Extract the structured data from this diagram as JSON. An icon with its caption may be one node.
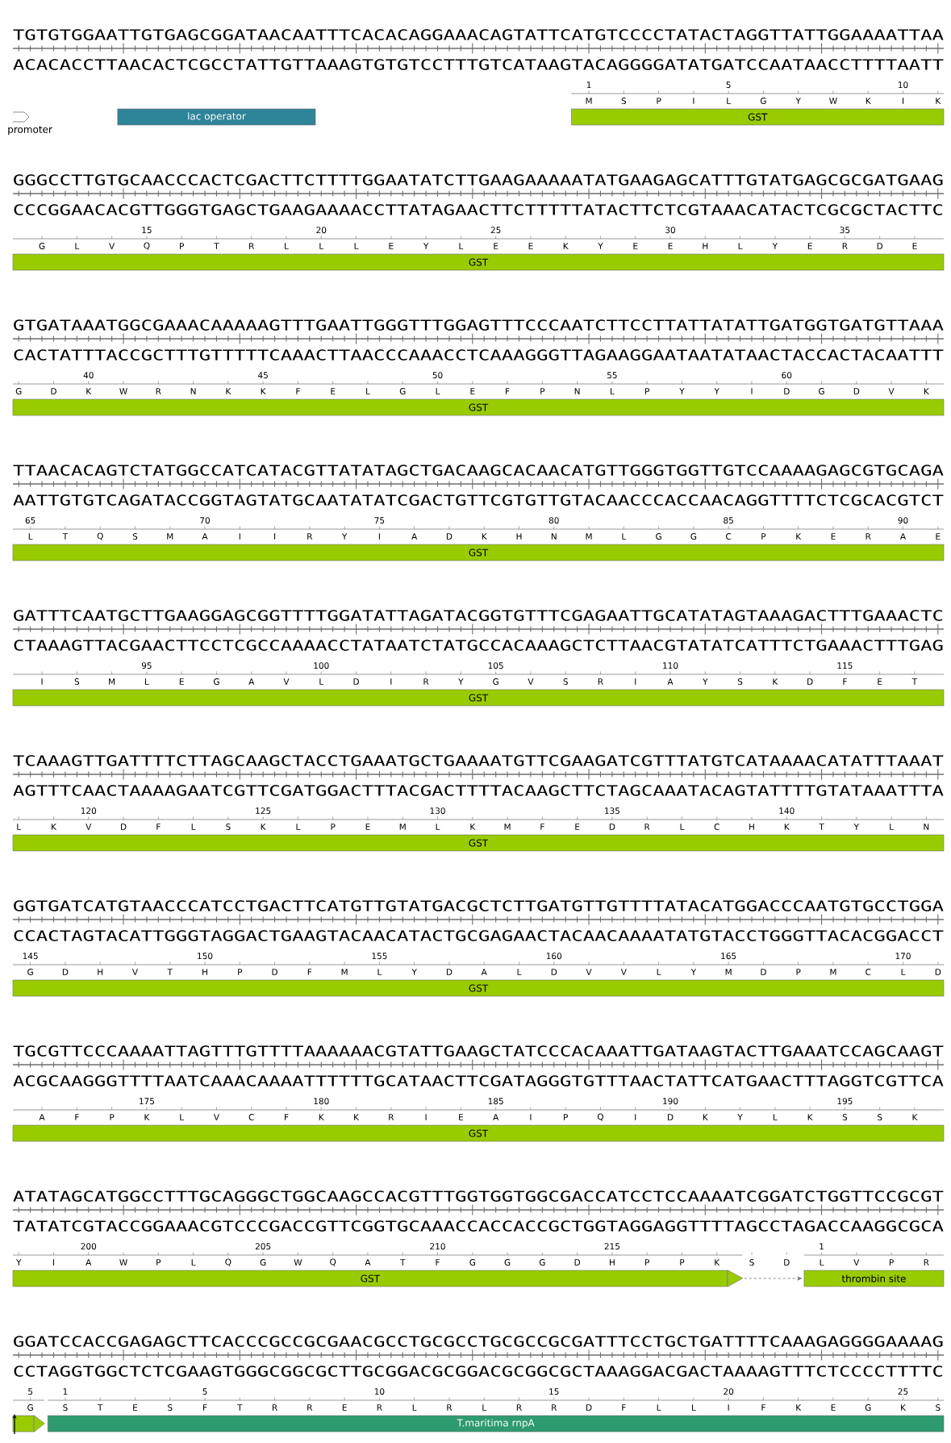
{
  "diagram": {
    "nodes": [
      {
        "text": [
          "promoter"
        ]
      },
      {
        "text": [
          "lac operator"
        ]
      },
      {
        "text": [
          "GST"
        ]
      },
      {
        "text": [
          "GST"
        ]
      },
      {
        "text": [
          "GST"
        ]
      },
      {
        "text": [
          "GST"
        ]
      },
      {
        "text": [
          "GST"
        ]
      },
      {
        "text": [
          "GST"
        ]
      },
      {
        "text": [
          "GST"
        ]
      },
      {
        "text": [
          "GST"
        ]
      },
      {
        "text": [
          "GST"
        ]
      },
      {
        "text": [
          "thrombin site"
        ]
      },
      {
        "text": [],
        "shape": "arrow"
      },
      {
        "text": [
          "T.maritima rnpA"
        ]
      }
    ],
    "edges": [
      {
        "from": 10,
        "to": 11,
        "arrow": "to",
        "style": "dashed"
      }
    ],
    "labels": [
      "TGTGTGGAATTGTGAGCGGATAACAATTTCACACAGGAAACAGTATTCATGTCCCCTATACTAGGTTATTGGAAAATTAA",
      "ACACACCTTAACACTCGCCTATTGTTAAAGTGTGTCCTTTGTCATAAGTACAGGGGATATGATCCAATAACCTTTTAATT",
      "1",
      "5",
      "10",
      "M",
      "S",
      "P",
      "I",
      "L",
      "G",
      "Y",
      "W",
      "K",
      "I",
      "K",
      "GGGCCTTGTGCAACCCACTCGACTTCTTTTGGAATATCTTGAAGAAAAATATGAAGAGCATTTGTATGAGCGCGATGAAG",
      "CCCGGAACACGTTGGGTGAGCTGAAGAAAACCTTATAGAACTTCTTTTTATACTTCTCGTAAACATACTCGCGCTACTTC",
      "15",
      "20",
      "25",
      "30",
      "35",
      "G",
      "L",
      "V",
      "Q",
      "P",
      "T",
      "R",
      "L",
      "L",
      "L",
      "E",
      "Y",
      "L",
      "E",
      "E",
      "K",
      "Y",
      "E",
      "E",
      "H",
      "L",
      "Y",
      "E",
      "R",
      "D",
      "E",
      "GTGATAAATGGCGAAACAAAAAGTTTGAATTGGGTTTGGAGTTTCCCAATCTTCCTTATTATATTGATGGTGATGTTAAA",
      "CACTATTTACCGCTTTGTTTTTCAAACTTAACCCAAACCTCAAAGGGTTAGAAGGAATAATATAACTACCACTACAATTT",
      "40",
      "45",
      "50",
      "55",
      "60",
      "G",
      "D",
      "K",
      "W",
      "R",
      "N",
      "K",
      "K",
      "F",
      "E",
      "L",
      "G",
      "L",
      "E",
      "F",
      "P",
      "N",
      "L",
      "P",
      "Y",
      "Y",
      "I",
      "D",
      "G",
      "D",
      "V",
      "K",
      "TTAACACAGTCTATGGCCATCATACGTTATATAGCTGACAAGCACAACATGTTGGGTGGTTGTCCAAAAGAGCGTGCAGA",
      "AATTGTGTCAGATACCGGTAGTATGCAATATATCGACTGTTCGTGTTGTACAACCCACCAACAGGTTTTCTCGCACGTCT",
      "65",
      "70",
      "75",
      "80",
      "85",
      "90",
      "L",
      "T",
      "Q",
      "S",
      "M",
      "A",
      "I",
      "I",
      "R",
      "Y",
      "I",
      "A",
      "D",
      "K",
      "H",
      "N",
      "M",
      "L",
      "G",
      "G",
      "C",
      "P",
      "K",
      "E",
      "R",
      "A",
      "E",
      "GATTTCAATGCTTGAAGGAGCGGTTTTGGATATTAGATACGGTGTTTCGAGAATTGCATATAGTAAAGACTTTGAAACTC",
      "CTAAAGTTACGAACTTCCTCGCCAAAACCTATAATCTATGCCACAAAGCTCTTAACGTATATCATTTCTGAAACTTTGAG",
      "95",
      "100",
      "105",
      "110",
      "115",
      "I",
      "S",
      "M",
      "L",
      "E",
      "G",
      "A",
      "V",
      "L",
      "D",
      "I",
      "R",
      "Y",
      "G",
      "V",
      "S",
      "R",
      "I",
      "A",
      "Y",
      "S",
      "K",
      "D",
      "F",
      "E",
      "T",
      "TCAAAGTTGATTTTCTTAGCAAGCTACCTGAAATGCTGAAAATGTTCGAAGATCGTTTATGTCATAAAACATATTTAAAT",
      "AGTTTCAACTAAAAGAATCGTTCGATGGACTTTACGACTTTTACAAGCTTCTAGCAAATACAGTATTTTGTATAAATTTA",
      "120",
      "125",
      "130",
      "135",
      "140",
      "L",
      "K",
      "V",
      "D",
      "F",
      "L",
      "S",
      "K",
      "L",
      "P",
      "E",
      "M",
      "L",
      "K",
      "M",
      "F",
      "E",
      "D",
      "R",
      "L",
      "C",
      "H",
      "K",
      "T",
      "Y",
      "L",
      "N",
      "GGTGATCATGTAACCCATCCTGACTTCATGTTGTATGACGCTCTTGATGTTGTTTTATACATGGACCCAATGTGCCTGGA",
      "CCACTAGTACATTGGGTAGGACTGAAGTACAACATACTGCGAGAACTACAACAAAATATGTACCTGGGTTACACGGACCT",
      "145",
      "150",
      "155",
      "160",
      "165",
      "170",
      "G",
      "D",
      "H",
      "V",
      "T",
      "H",
      "P",
      "D",
      "F",
      "M",
      "L",
      "Y",
      "D",
      "A",
      "L",
      "D",
      "V",
      "V",
      "L",
      "Y",
      "M",
      "D",
      "P",
      "M",
      "C",
      "L",
      "D",
      "TGCGTTCCCAAAATTAGTTTGTTTTAAAAAACGTATTGAAGCTATCCCACAAATTGATAAGTACTTGAAATCCAGCAAGT",
      "ACGCAAGGGTTTTAATCAAACAAAATTTTTTGCATAACTTCGATAGGGTGTTTAACTATTCATGAACTTTAGGTCGTTCA",
      "175",
      "180",
      "185",
      "190",
      "195",
      "A",
      "F",
      "P",
      "K",
      "L",
      "V",
      "C",
      "F",
      "K",
      "K",
      "R",
      "I",
      "E",
      "A",
      "I",
      "P",
      "Q",
      "I",
      "D",
      "K",
      "Y",
      "L",
      "K",
      "S",
      "S",
      "K",
      "ATATAGCATGGCCTTTGCAGGGCTGGCAAGCCACGTTTGGTGGTGGCGACCATCCTCCAAAATCGGATCTGGTTCCGCGT",
      "TATATCGTACCGGAAACGTCCCGACCGTTCGGTGCAAACCACCACCGCTGGTAGGAGGTTTTAGCCTAGACCAAGGCGCA",
      "200",
      "205",
      "210",
      "215",
      "1",
      "Y",
      "I",
      "A",
      "W",
      "P",
      "L",
      "Q",
      "G",
      "W",
      "Q",
      "A",
      "T",
      "F",
      "G",
      "G",
      "G",
      "D",
      "H",
      "P",
      "P",
      "K",
      "S",
      "D",
      "L",
      "V",
      "P",
      "R",
      "GGATCCACCGAGAGCTTCACCCGCCGCGAACGCCTGCGCCTGCGCCGCGATTTCCTGCTGATTTTCAAAGAGGGGAAAAG",
      "CCTAGGTGGCTCTCGAAGTGGGCGGCGCTTGCGGACGCGGACGCGGCGCTAAAGGACGACTAAAAGTTTCTCCCCTTTTC",
      "5",
      "1",
      "5",
      "10",
      "15",
      "20",
      "25",
      "G",
      "S",
      "T",
      "E",
      "S",
      "F",
      "T",
      "R",
      "R",
      "E",
      "R",
      "L",
      "R",
      "L",
      "R",
      "R",
      "D",
      "F",
      "L",
      "L",
      "I",
      "F",
      "K",
      "E",
      "G",
      "K",
      "S"
    ]
  }
}
